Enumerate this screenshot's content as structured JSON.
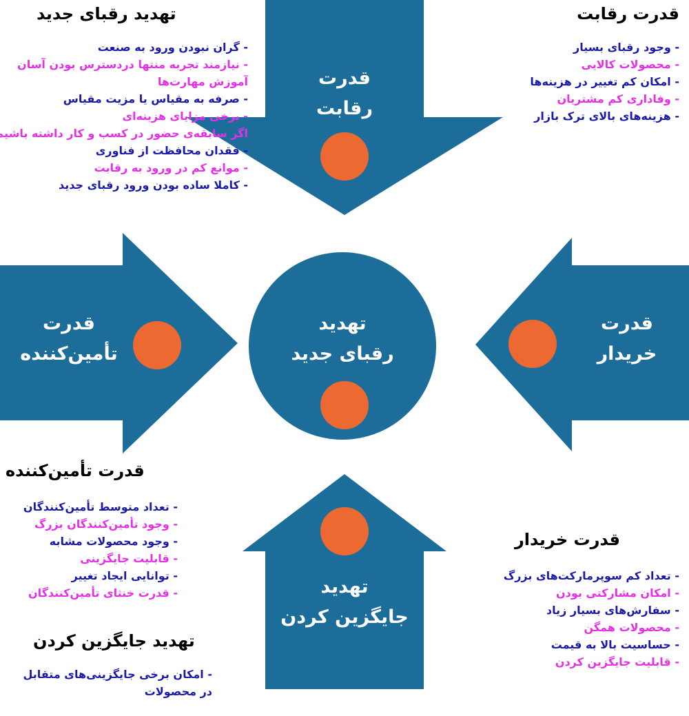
{
  "colors": {
    "shape": "#1d6d9a",
    "dot": "#ec6a31",
    "blue_text": "#1a1aa8",
    "pink_text": "#e62fe6"
  },
  "shapes": {
    "top": {
      "line1": "قدرت",
      "line2": "رقابت"
    },
    "center": {
      "line1": "تهدید",
      "line2": "رقبای جدید"
    },
    "left": {
      "line1": "قدرت",
      "line2": "تأمین‌کننده"
    },
    "right": {
      "line1": "قدرت",
      "line2": "خریدار"
    },
    "bottom": {
      "line1": "تهدید",
      "line2": "جایگزین کردن"
    }
  },
  "panels": {
    "new_entrants": {
      "title": "تهدید رقبای جدید",
      "items": [
        {
          "text": "- گران نبودن ورود به صنعت",
          "color": "blue"
        },
        {
          "text": "- نیازمند تجربه منتها دردسترس بودن آسان",
          "color": "pink"
        },
        {
          "text": "آموزش مهارت‌ها",
          "color": "pink"
        },
        {
          "text": "- صرفه به مقیاس یا مزیت مقیاس",
          "color": "blue"
        },
        {
          "text": "- برخی مزایای هزینه‌ای",
          "color": "pink"
        },
        {
          "text": "اگر سابقه‌ی حضور در کسب و کار داشته باشیم.",
          "color": "pink"
        },
        {
          "text": "- فقدان محافظت از فناوری",
          "color": "blue"
        },
        {
          "text": "- موانع کم در ورود به رقابت",
          "color": "pink"
        },
        {
          "text": "- کاملا ساده بودن ورود رقبای جدید",
          "color": "blue"
        }
      ]
    },
    "rivalry": {
      "title": "قدرت رقابت",
      "items": [
        {
          "text": "- وجود رقبای بسیار",
          "color": "blue"
        },
        {
          "text": "- محصولات کالایی",
          "color": "pink"
        },
        {
          "text": "- امکان کم تغییر در هزینه‌ها",
          "color": "blue"
        },
        {
          "text": "- وفاداری کم مشتریان",
          "color": "pink"
        },
        {
          "text": "- هزینه‌های بالای ترک بازار",
          "color": "blue"
        }
      ]
    },
    "supplier": {
      "title": "قدرت تأمین‌کننده",
      "items": [
        {
          "text": "- تعداد متوسط تأمین‌کنندگان",
          "color": "blue"
        },
        {
          "text": "- وجود تأمین‌کنندگان بزرگ",
          "color": "pink"
        },
        {
          "text": "- وجود محصولات مشابه",
          "color": "blue"
        },
        {
          "text": "- قابلیت جایگزینی",
          "color": "pink"
        },
        {
          "text": "- توانایی ایجاد تغییر",
          "color": "blue"
        },
        {
          "text": "- قدرت خنثای تأمین‌کنندگان",
          "color": "pink"
        }
      ]
    },
    "substitution": {
      "title": "تهدید جایگزین کردن",
      "items": [
        {
          "text": "- امکان برخی جایگزینی‌های متقابل",
          "color": "blue"
        },
        {
          "text": "در محصولات",
          "color": "blue"
        }
      ]
    },
    "buyer": {
      "title": "قدرت خریدار",
      "items": [
        {
          "text": "- تعداد کم سوپرمارکت‌های بزرگ",
          "color": "blue"
        },
        {
          "text": "- امکان مشارکتی بودن",
          "color": "pink"
        },
        {
          "text": "- سفارش‌های بسیار زیاد",
          "color": "blue"
        },
        {
          "text": "- محصولات همگن",
          "color": "pink"
        },
        {
          "text": "- حساسیت بالا به قیمت",
          "color": "blue"
        },
        {
          "text": "- قابلیت جایگزین کردن",
          "color": "pink"
        }
      ]
    }
  }
}
